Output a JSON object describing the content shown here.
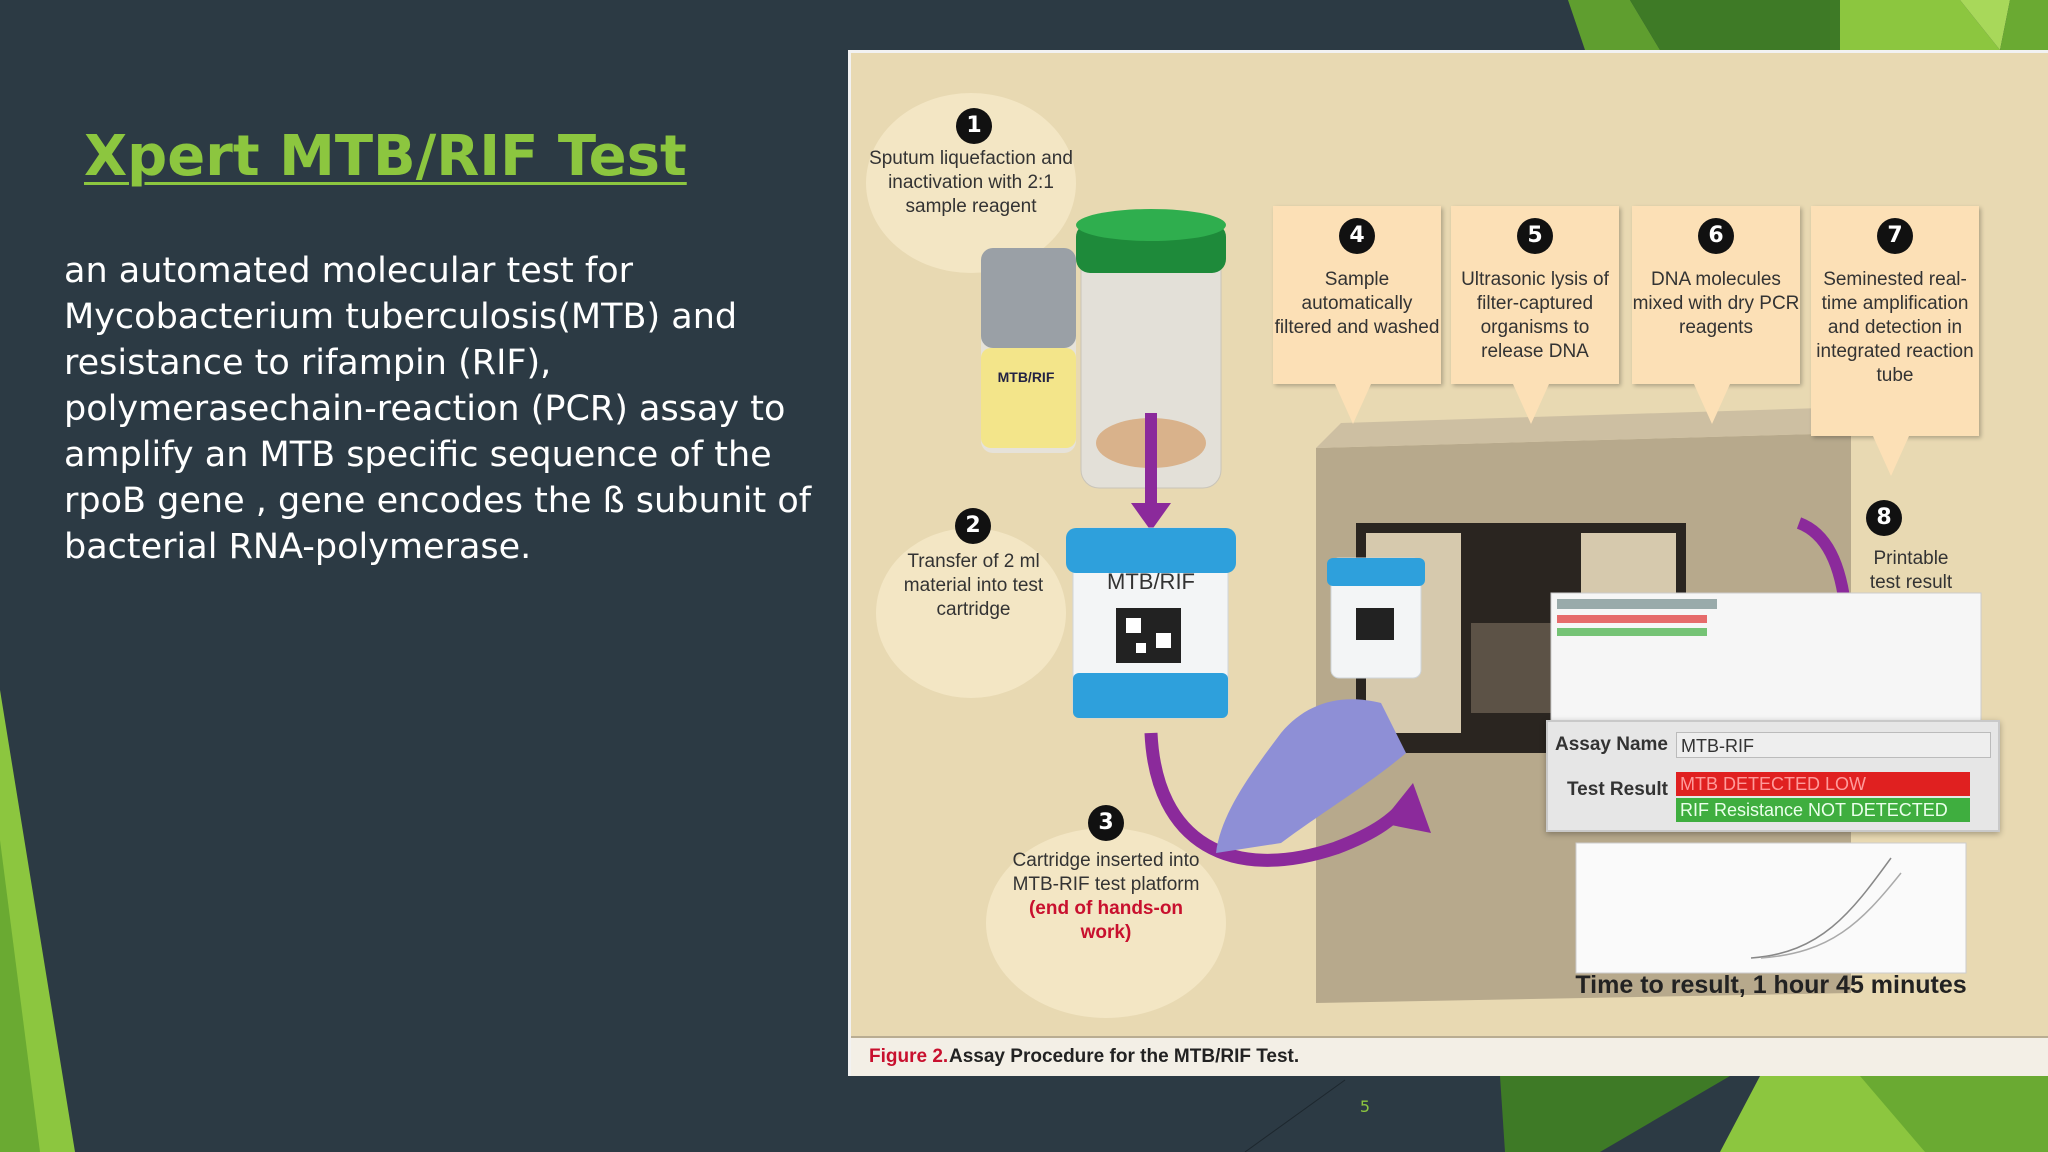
{
  "slide": {
    "title": "Xpert MTB/RIF Test",
    "body": "an automated molecular test for Mycobacterium tuberculosis(MTB) and resistance to rifampin (RIF), polymerasechain-reaction (PCR) assay to amplify an MTB specific sequence of the rpoB gene , gene encodes the ß subunit of bacterial RNA-polymerase.",
    "page_number": "5"
  },
  "figure": {
    "caption_label": "Figure 2.",
    "caption_text": "Assay Procedure for the MTB/RIF Test.",
    "steps": [
      {
        "num": "1",
        "text": "Sputum liquefaction and inactivation with 2:1 sample reagent"
      },
      {
        "num": "2",
        "text": "Transfer of 2 ml material into test cartridge"
      },
      {
        "num": "3",
        "text": "Cartridge inserted into MTB-RIF test platform",
        "note": "(end of hands-on work)"
      },
      {
        "num": "4",
        "text": "Sample automatically filtered and washed"
      },
      {
        "num": "5",
        "text": "Ultrasonic lysis of filter-captured organisms to release DNA"
      },
      {
        "num": "6",
        "text": "DNA molecules mixed with dry PCR reagents"
      },
      {
        "num": "7",
        "text": "Seminested real-time amplification and detection in integrated reaction tube"
      },
      {
        "num": "8",
        "text": "Printable test result"
      }
    ],
    "cartridge_label": "MTB/RIF",
    "vial_label": "MTB/RIF",
    "result": {
      "assay_name_label": "Assay Name",
      "assay_name_value": "MTB-RIF",
      "test_result_label": "Test Result",
      "result_line_1": "MTB DETECTED LOW",
      "result_line_2": "RIF Resistance NOT DETECTED"
    },
    "time_to_result": "Time to result, 1 hour 45 minutes"
  },
  "colors": {
    "background": "#2c3a44",
    "accent_green": "#8cc63f",
    "figure_bg": "#e8d9b2",
    "arrow_purple": "#8b2a9b",
    "caption_red": "#c8102e",
    "result_red": "#e02020",
    "result_green": "#3fae3f"
  }
}
